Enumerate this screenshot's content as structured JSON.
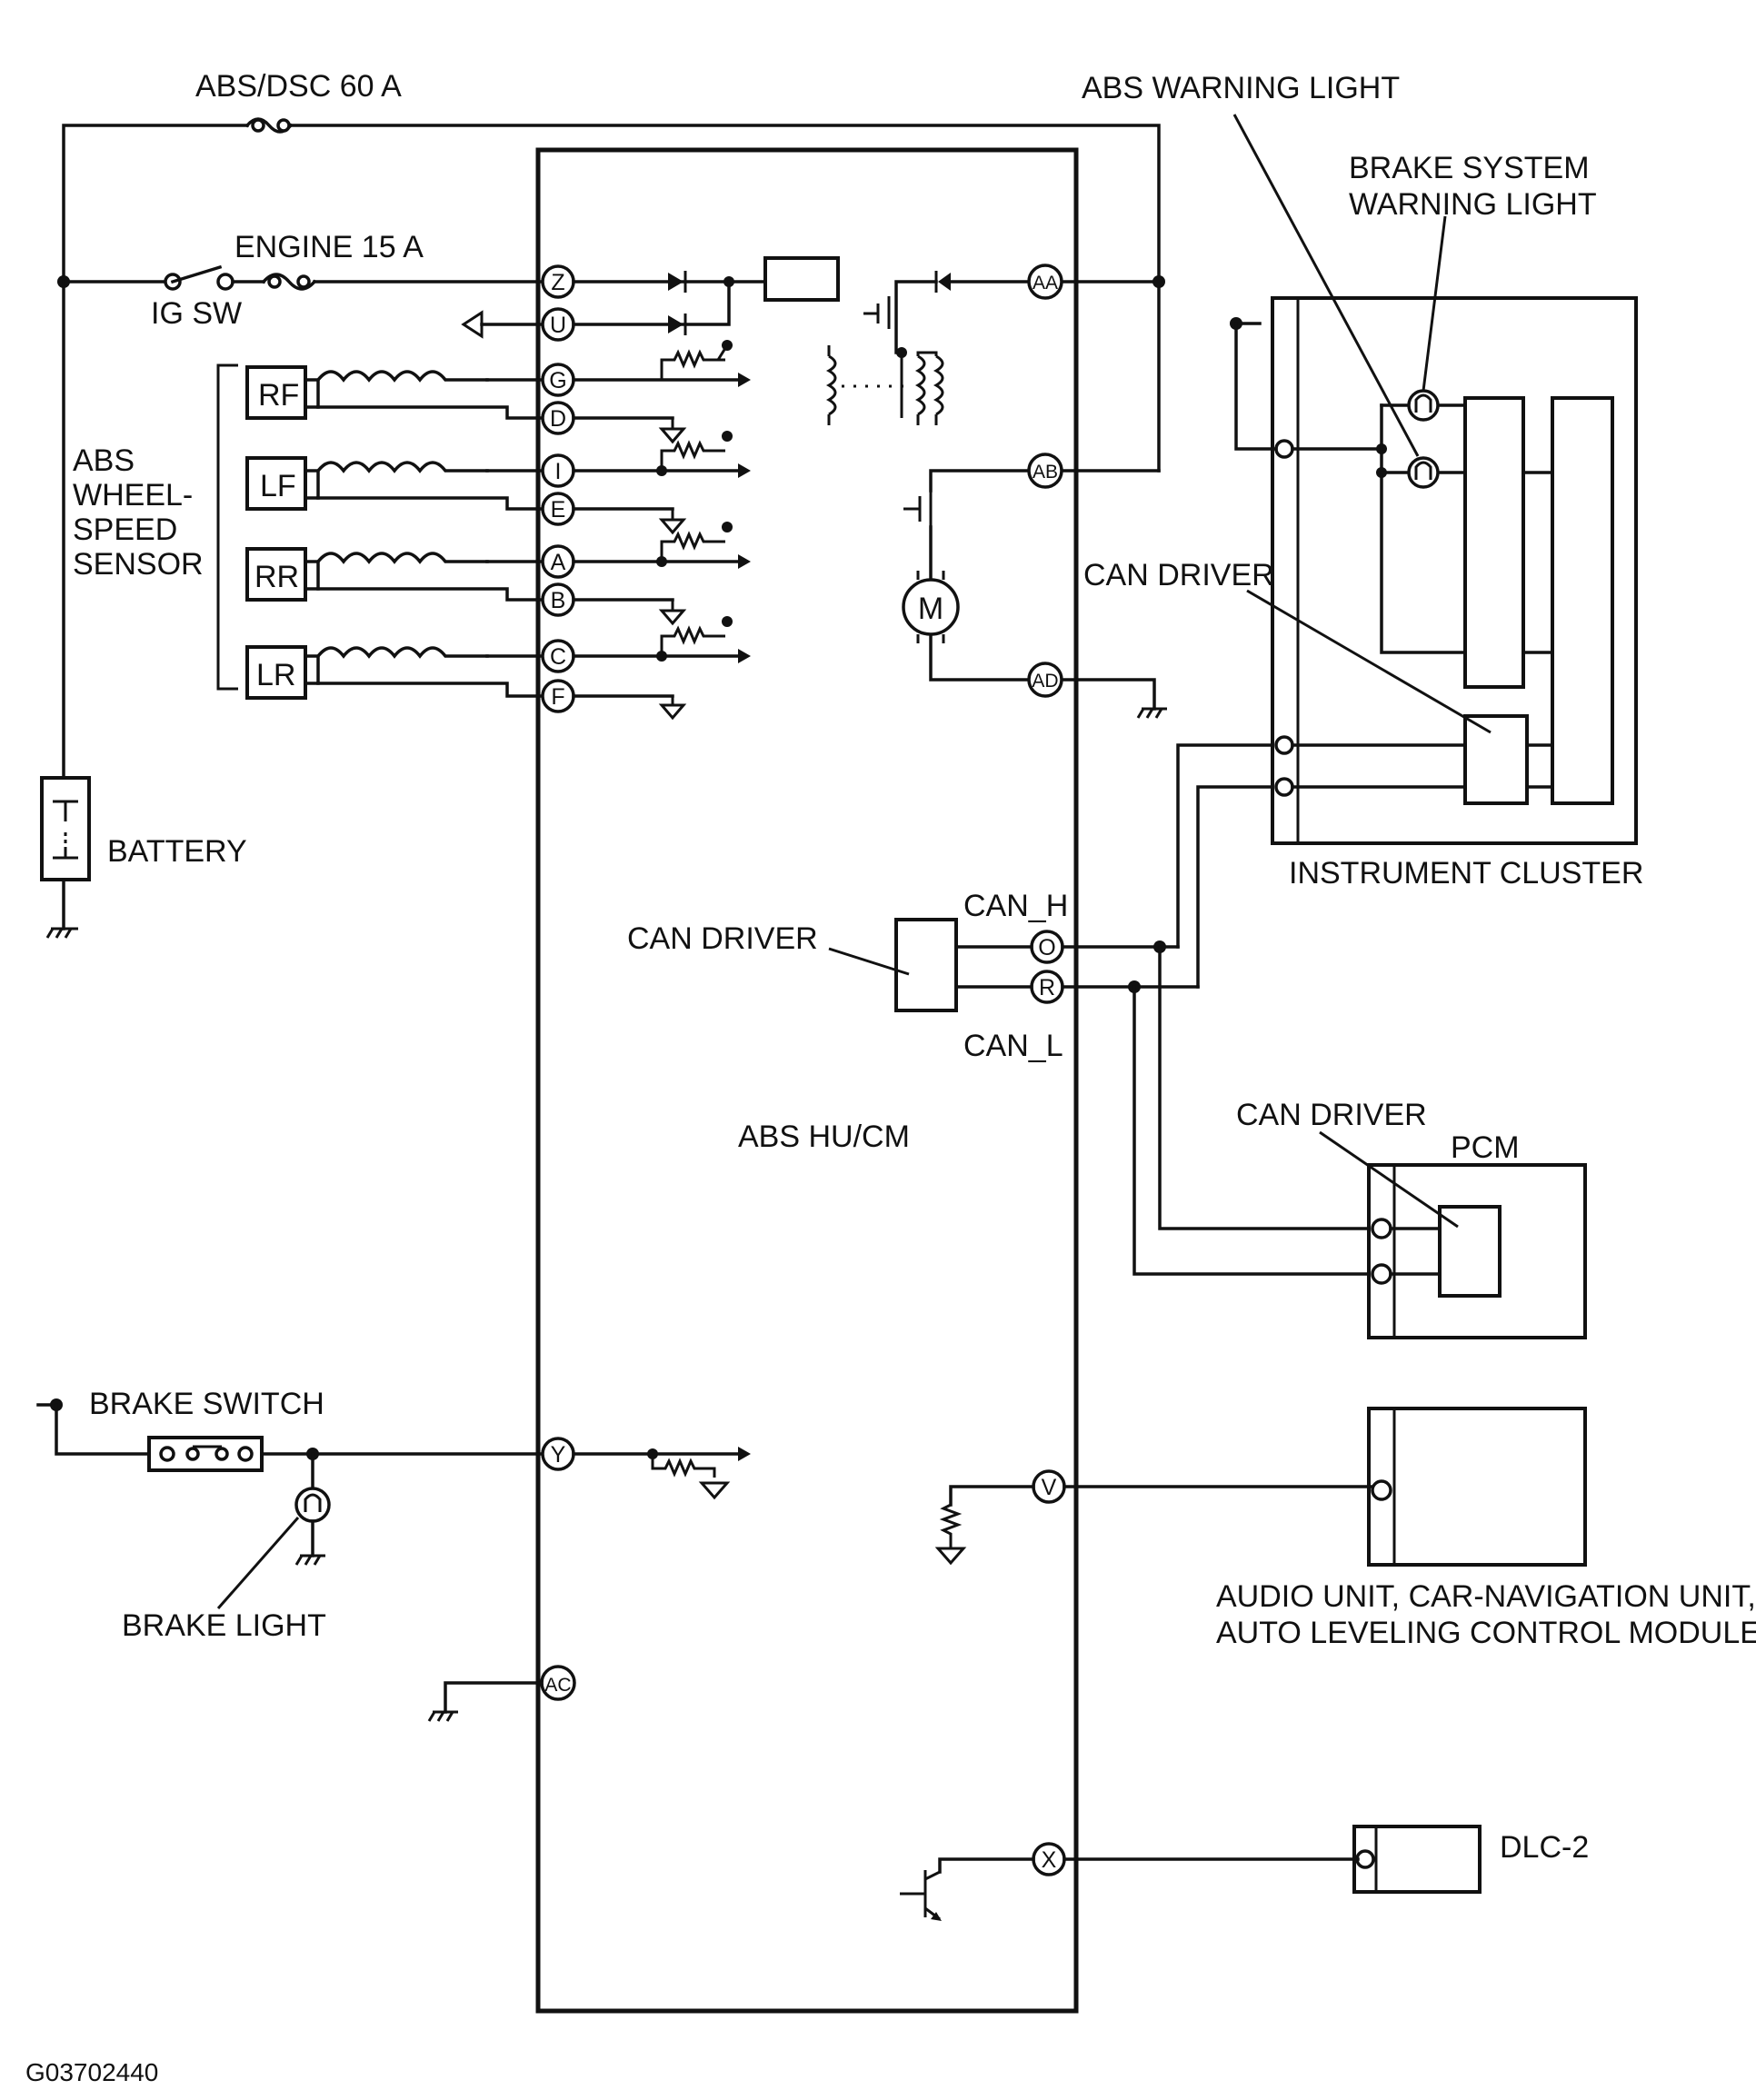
{
  "fuses": {
    "abs_dsc": "ABS/DSC 60 A",
    "engine": "ENGINE 15 A"
  },
  "ignition_switch": "IG SW",
  "wheel_sensor": {
    "group_label": [
      "ABS",
      "WHEEL-",
      "SPEED",
      "SENSOR"
    ],
    "sensors": [
      "RF",
      "LF",
      "RR",
      "LR"
    ]
  },
  "battery": "BATTERY",
  "brake_switch": "BRAKE SWITCH",
  "brake_light": "BRAKE LIGHT",
  "control_module": "ABS HU/CM",
  "motor": "M",
  "pins": {
    "Z": "Z",
    "U": "U",
    "G": "G",
    "D": "D",
    "I": "I",
    "E": "E",
    "A": "A",
    "B": "B",
    "C": "C",
    "F": "F",
    "Y": "Y",
    "AC": "AC",
    "AA": "AA",
    "AB": "AB",
    "AD": "AD",
    "O": "O",
    "R": "R",
    "V": "V",
    "X": "X"
  },
  "can": {
    "high": "CAN_H",
    "low": "CAN_L",
    "driver": "CAN DRIVER"
  },
  "warning_lights": {
    "abs": "ABS WARNING LIGHT",
    "brake_system": [
      "BRAKE SYSTEM",
      "WARNING LIGHT"
    ]
  },
  "instrument_cluster": "INSTRUMENT CLUSTER",
  "pcm": "PCM",
  "audio_unit": [
    "AUDIO UNIT, CAR-NAVIGATION UNIT,",
    "AUTO LEVELING CONTROL MODULE"
  ],
  "dlc": "DLC-2",
  "figure_id": "G03702440"
}
